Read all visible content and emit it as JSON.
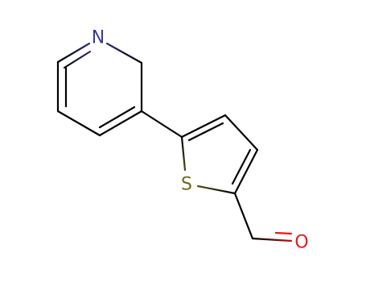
{
  "atoms": {
    "nitrogen": {
      "symbol": "N",
      "color": "#3a3a9a"
    },
    "sulfur": {
      "symbol": "S",
      "color": "#6b6b1e"
    },
    "oxygen": {
      "symbol": "O",
      "color": "#e8191e"
    }
  },
  "colors": {
    "carbon_bond": "#000000",
    "nitrogen": "#3a3a9a",
    "sulfur": "#6b6b1e",
    "oxygen": "#e8191e"
  }
}
